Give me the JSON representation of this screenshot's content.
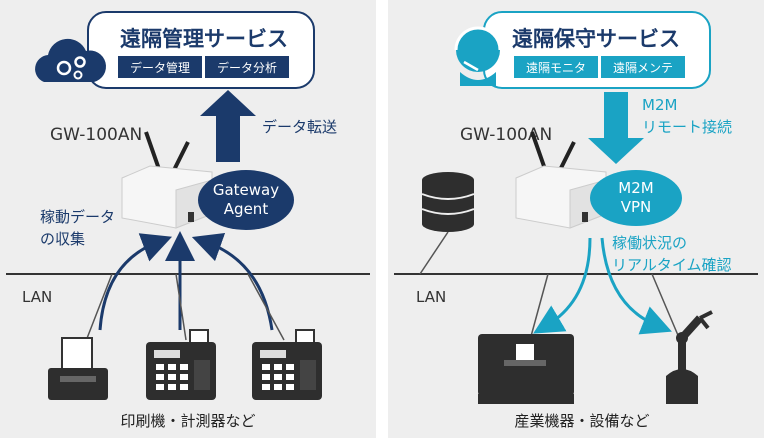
{
  "left_panel": {
    "cloud_title": "遠隔管理サービス",
    "cloud_tags": [
      "データ管理",
      "データ分析"
    ],
    "device_model": "GW-100AN",
    "transfer_label": "データ転送",
    "gateway_badge_line1": "Gateway",
    "gateway_badge_line2": "Agent",
    "collect_line1": "稼動データ",
    "collect_line2": "の収集",
    "lan_label": "LAN",
    "bottom_caption": "印刷機・計測器など"
  },
  "right_panel": {
    "cloud_title": "遠隔保守サービス",
    "cloud_tags": [
      "遠隔モニタ",
      "遠隔メンテ"
    ],
    "device_model": "GW-100AN",
    "remote_line1": "M2M",
    "remote_line2": "リモート接続",
    "m2m_badge_line1": "M2M",
    "m2m_badge_line2": "VPN",
    "status_line1": "稼働状況の",
    "status_line2": "リアルタイム確認",
    "lan_label": "LAN",
    "bottom_caption": "産業機器・設備など"
  },
  "colors": {
    "navy": "#1b3a6b",
    "teal": "#1aa3c4",
    "device_dark": "#444444",
    "panel_bg": "#eeeeee"
  }
}
